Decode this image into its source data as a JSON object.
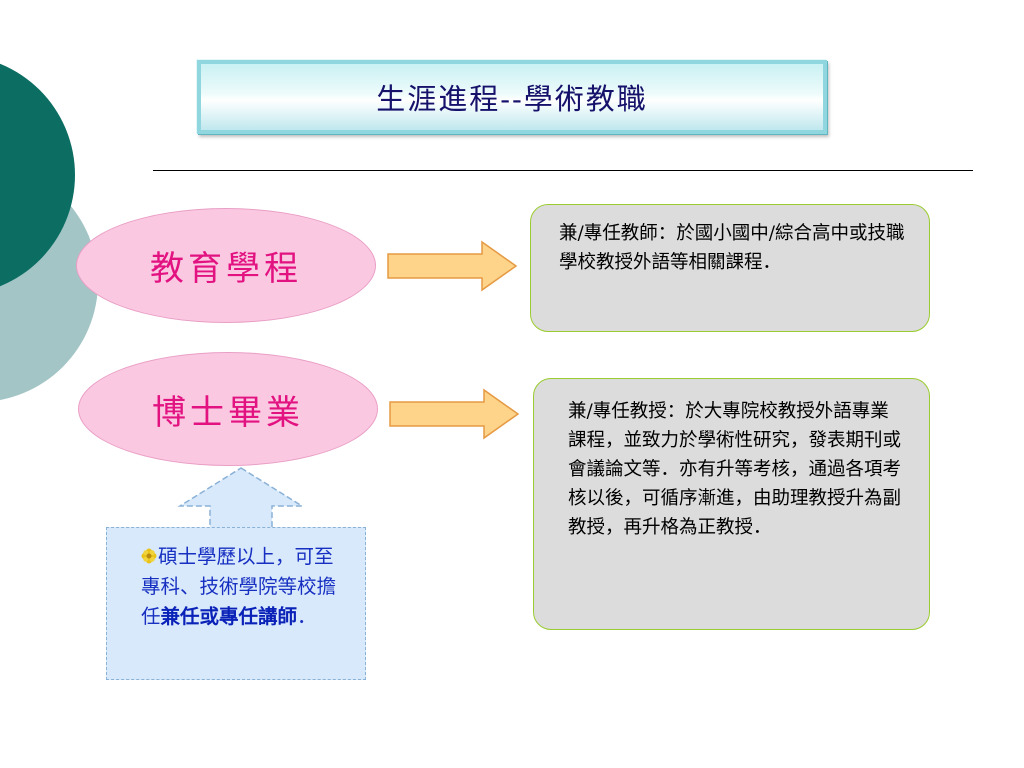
{
  "title": "生涯進程--學術教職",
  "flows": [
    {
      "node": "教育學程",
      "description": "兼/專任教師：於國小國中/綜合高中或技職學校教授外語等相關課程．"
    },
    {
      "node": "博士畢業",
      "description": "兼/專任教授：於大專院校教授外語專業課程，並致力於學術性研究，發表期刊或會議論文等．亦有升等考核，通過各項考核以後，可循序漸進，由助理教授升為副教授，再升格為正教授．"
    }
  ],
  "note": {
    "icon": "flower-bullet-icon",
    "text_plain": "碩士學歷以上，可至專科、技術學院等校擔任",
    "text_bold": "兼任或專任講師",
    "text_end": "．"
  },
  "colors": {
    "node_fill": "#fbc8e2",
    "node_text": "#e21281",
    "arrow_fill": "#fdd48a",
    "box_fill": "#dcdcdc",
    "box_border": "#9acc2f",
    "note_fill": "#d8e9fb",
    "note_text": "#1730c2",
    "title_text": "#16116b"
  }
}
